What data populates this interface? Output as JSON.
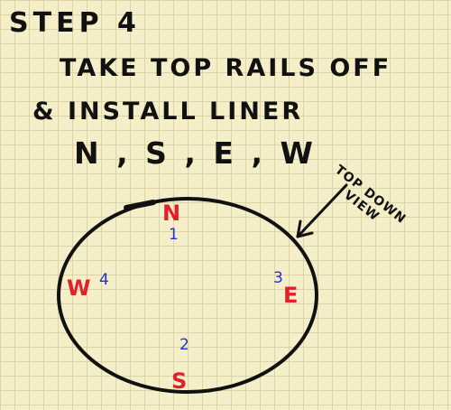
{
  "heading": {
    "step": "STEP 4",
    "line1": "TAKE TOP RAILS OFF",
    "line2": "& INSTALL LINER",
    "line3": "N , S , E , W"
  },
  "view_label": {
    "line1": "TOP DOWN",
    "line2": "VIEW"
  },
  "directions": {
    "north": "N",
    "south": "S",
    "east": "E",
    "west": "W"
  },
  "order_numbers": {
    "north": "1",
    "south": "2",
    "east": "3",
    "west": "4"
  },
  "colors": {
    "ink": "#111111",
    "direction": "#e0202a",
    "number": "#1f2fd0",
    "paper": "#f4efc9",
    "grid": "#dcd4a8"
  }
}
